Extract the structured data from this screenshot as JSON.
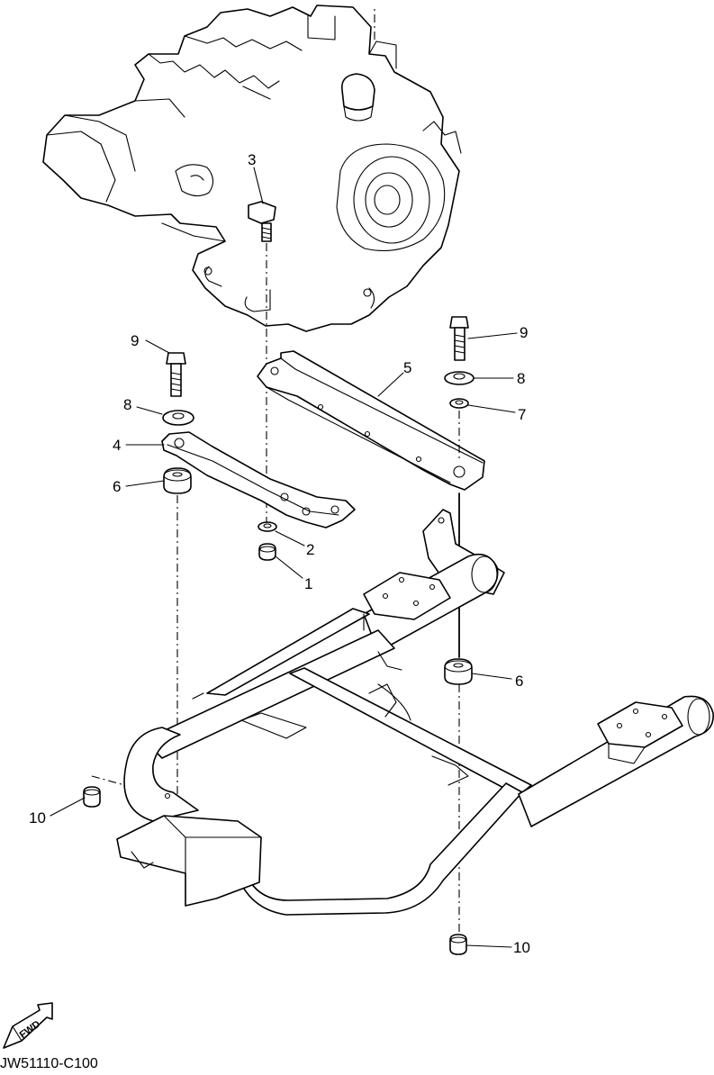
{
  "parts": [
    {
      "id": "p1",
      "number": "1",
      "name": "nut"
    },
    {
      "id": "p2",
      "number": "2",
      "name": "washer"
    },
    {
      "id": "p3",
      "number": "3",
      "name": "bolt"
    },
    {
      "id": "p4",
      "number": "4",
      "name": "engine-bracket"
    },
    {
      "id": "p5",
      "number": "5",
      "name": "engine-bracket"
    },
    {
      "id": "p6a",
      "number": "6",
      "name": "damper"
    },
    {
      "id": "p6b",
      "number": "6",
      "name": "damper"
    },
    {
      "id": "p7",
      "number": "7",
      "name": "washer"
    },
    {
      "id": "p8a",
      "number": "8",
      "name": "washer"
    },
    {
      "id": "p8b",
      "number": "8",
      "name": "washer"
    },
    {
      "id": "p9a",
      "number": "9",
      "name": "bolt"
    },
    {
      "id": "p9b",
      "number": "9",
      "name": "bolt"
    },
    {
      "id": "p10a",
      "number": "10",
      "name": "nut"
    },
    {
      "id": "p10b",
      "number": "10",
      "name": "nut"
    }
  ],
  "fwd_label": "FWD",
  "diagram_code": "JW51110-C100"
}
